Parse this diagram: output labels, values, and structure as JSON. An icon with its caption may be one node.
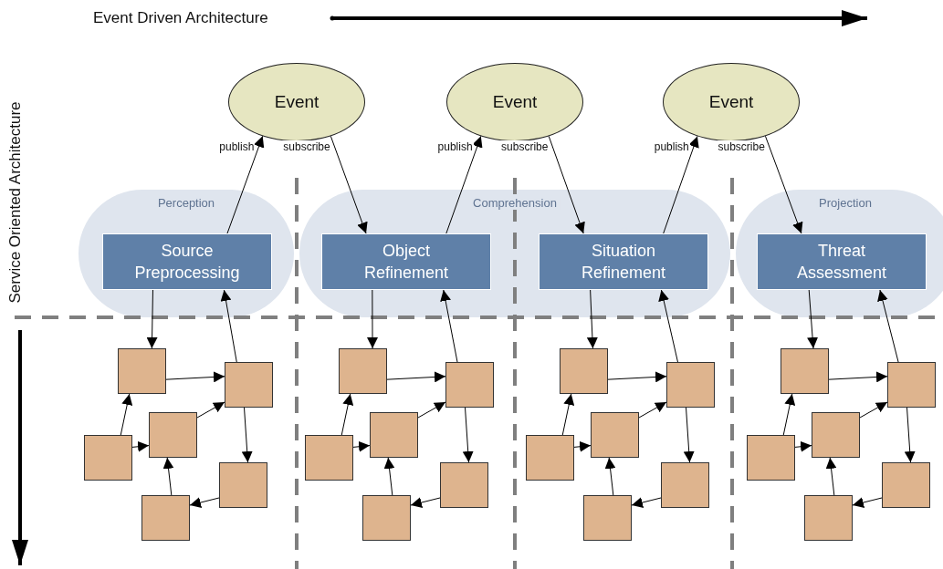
{
  "diagram": {
    "nodes": [
      {
        "text": [
          "Event"
        ]
      },
      {
        "text": [
          "Event"
        ]
      },
      {
        "text": [
          "Event"
        ]
      },
      {
        "text": [
          "Perception"
        ]
      },
      {
        "text": [
          "Source Preprocessing"
        ],
        "in": 3
      },
      {
        "text": [
          "Comprehension"
        ]
      },
      {
        "text": [
          "Object Refinement"
        ],
        "in": 5
      },
      {
        "text": [
          "Situation Refinement"
        ],
        "in": 5
      },
      {
        "text": [
          "Projection"
        ]
      },
      {
        "text": [
          "Threat Assessment"
        ],
        "in": 8
      },
      {
        "text": [],
        "shape": "box"
      },
      {
        "text": [],
        "shape": "box"
      },
      {
        "text": [],
        "shape": "box"
      },
      {
        "text": [],
        "shape": "box"
      },
      {
        "text": [],
        "shape": "box"
      },
      {
        "text": [],
        "shape": "box"
      },
      {
        "text": [],
        "shape": "box"
      },
      {
        "text": [],
        "shape": "box"
      },
      {
        "text": [],
        "shape": "box"
      },
      {
        "text": [],
        "shape": "box"
      },
      {
        "text": [],
        "shape": "box"
      },
      {
        "text": [],
        "shape": "box"
      },
      {
        "text": [],
        "shape": "box"
      },
      {
        "text": [],
        "shape": "box"
      },
      {
        "text": [],
        "shape": "box"
      },
      {
        "text": [],
        "shape": "box"
      },
      {
        "text": [],
        "shape": "box"
      },
      {
        "text": [],
        "shape": "box"
      },
      {
        "text": [],
        "shape": "box"
      },
      {
        "text": [],
        "shape": "box"
      },
      {
        "text": [],
        "shape": "box"
      },
      {
        "text": [],
        "shape": "box"
      },
      {
        "text": [],
        "shape": "box"
      },
      {
        "text": [],
        "shape": "box"
      }
    ],
    "edges": [
      {
        "from": 4,
        "to": 0,
        "arrow": "to",
        "label": "publish"
      },
      {
        "from": 0,
        "to": 6,
        "arrow": "to",
        "label": "subscribe"
      },
      {
        "from": 6,
        "to": 1,
        "arrow": "to",
        "label": "publish"
      },
      {
        "from": 1,
        "to": 7,
        "arrow": "to",
        "label": "subscribe"
      },
      {
        "from": 7,
        "to": 2,
        "arrow": "to",
        "label": "publish"
      },
      {
        "from": 2,
        "to": 9,
        "arrow": "to",
        "label": "subscribe"
      },
      {
        "from": 4,
        "to": 10,
        "arrow": "to"
      },
      {
        "from": 11,
        "to": 4,
        "arrow": "to"
      },
      {
        "from": 10,
        "to": 11,
        "arrow": "to"
      },
      {
        "from": 13,
        "to": 10,
        "arrow": "to"
      },
      {
        "from": 13,
        "to": 12,
        "arrow": "to"
      },
      {
        "from": 12,
        "to": 11,
        "arrow": "to"
      },
      {
        "from": 11,
        "to": 14,
        "arrow": "to"
      },
      {
        "from": 14,
        "to": 15,
        "arrow": "to"
      },
      {
        "from": 15,
        "to": 12,
        "arrow": "to"
      },
      {
        "from": 6,
        "to": 16,
        "arrow": "to"
      },
      {
        "from": 17,
        "to": 6,
        "arrow": "to"
      },
      {
        "from": 16,
        "to": 17,
        "arrow": "to"
      },
      {
        "from": 19,
        "to": 16,
        "arrow": "to"
      },
      {
        "from": 19,
        "to": 18,
        "arrow": "to"
      },
      {
        "from": 18,
        "to": 17,
        "arrow": "to"
      },
      {
        "from": 17,
        "to": 20,
        "arrow": "to"
      },
      {
        "from": 20,
        "to": 21,
        "arrow": "to"
      },
      {
        "from": 21,
        "to": 18,
        "arrow": "to"
      },
      {
        "from": 7,
        "to": 22,
        "arrow": "to"
      },
      {
        "from": 23,
        "to": 7,
        "arrow": "to"
      },
      {
        "from": 22,
        "to": 23,
        "arrow": "to"
      },
      {
        "from": 25,
        "to": 22,
        "arrow": "to"
      },
      {
        "from": 25,
        "to": 24,
        "arrow": "to"
      },
      {
        "from": 24,
        "to": 23,
        "arrow": "to"
      },
      {
        "from": 23,
        "to": 26,
        "arrow": "to"
      },
      {
        "from": 26,
        "to": 27,
        "arrow": "to"
      },
      {
        "from": 27,
        "to": 24,
        "arrow": "to"
      },
      {
        "from": 9,
        "to": 28,
        "arrow": "to"
      },
      {
        "from": 29,
        "to": 9,
        "arrow": "to"
      },
      {
        "from": 28,
        "to": 29,
        "arrow": "to"
      },
      {
        "from": 31,
        "to": 28,
        "arrow": "to"
      },
      {
        "from": 31,
        "to": 30,
        "arrow": "to"
      },
      {
        "from": 30,
        "to": 29,
        "arrow": "to"
      },
      {
        "from": 29,
        "to": 32,
        "arrow": "to"
      },
      {
        "from": 32,
        "to": 33,
        "arrow": "to"
      },
      {
        "from": 33,
        "to": 30,
        "arrow": "to"
      }
    ],
    "labels": [
      "Event Driven Architecture",
      "Service Oriented Architecture"
    ]
  }
}
